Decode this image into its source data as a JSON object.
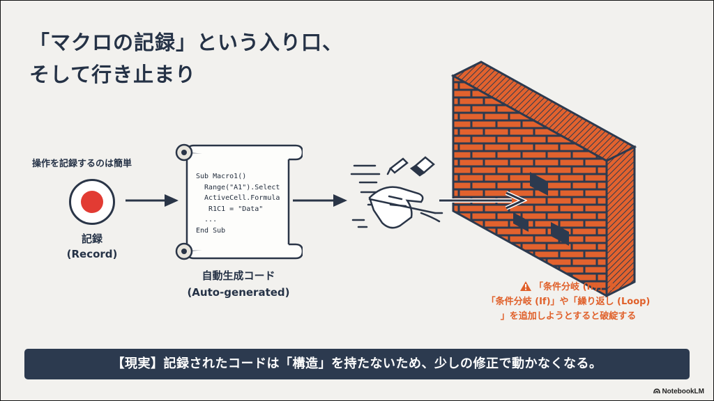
{
  "title": {
    "line1": "「マクロの記録」という入り口、",
    "line2": "そして行き止まり"
  },
  "record": {
    "caption": "操作を記録するのは簡単",
    "label": "記録",
    "label_en": "(Record)"
  },
  "code_scroll": {
    "lines": [
      "Sub Macro1()",
      "  Range(\"A1\").Select",
      "  ActiveCell.Formula",
      "   R1C1 = \"Data\"",
      "  ...",
      "End Sub"
    ],
    "label": "自動生成コード",
    "label_en": "(Auto-generated)"
  },
  "warning": {
    "icon": "warning-triangle-icon",
    "line1": "「条件分岐 (If)」や",
    "line2": "「条件分岐 (If)」や「繰り返し (Loop)",
    "line3": "」を追加しようとすると破綻する"
  },
  "banner": {
    "text": "【現実】記録されたコードは「構造」を持たないため、少しの修正で動かなくなる。"
  },
  "brand": {
    "name": "NotebookLM"
  },
  "colors": {
    "navy": "#2c3a4f",
    "record_red": "#e23b33",
    "brick": "#e2622e",
    "warning": "#e0602a",
    "background": "#f2f1ee"
  }
}
